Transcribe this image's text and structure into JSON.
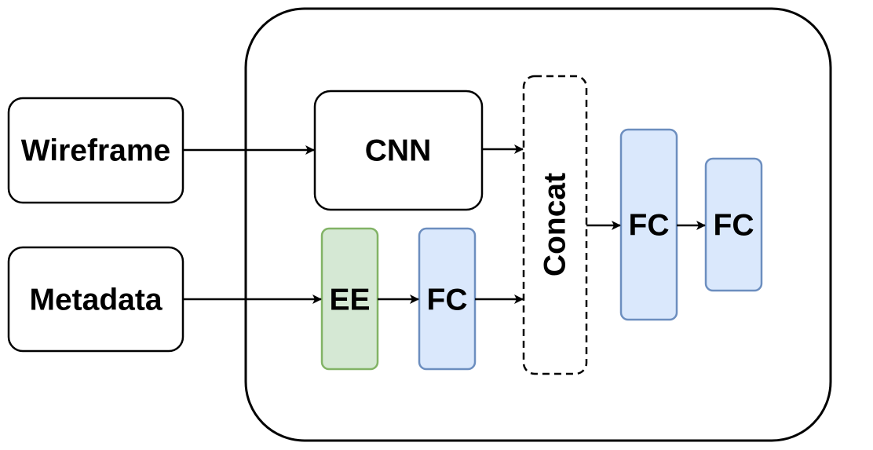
{
  "diagram": {
    "inputs": {
      "wireframe": "Wireframe",
      "metadata": "Metadata"
    },
    "nodes": {
      "cnn": "CNN",
      "ee": "EE",
      "fc_metadata": "FC",
      "concat": "Concat",
      "fc_1": "FC",
      "fc_2": "FC"
    },
    "colors": {
      "stroke": "#000000",
      "ee_fill": "#d5e8d4",
      "ee_stroke": "#82b366",
      "fc_fill": "#dae8fc",
      "fc_stroke": "#6c8ebf",
      "background": "#ffffff"
    }
  }
}
